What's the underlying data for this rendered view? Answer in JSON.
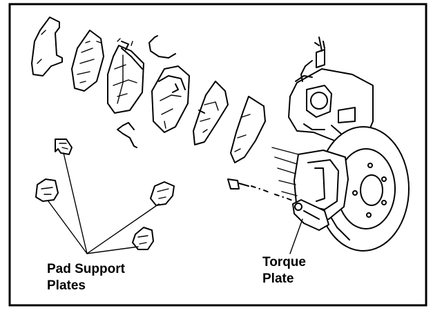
{
  "labels": {
    "pad_support_plates_line1": "Pad Support",
    "pad_support_plates_line2": "Plates",
    "torque_plate_line1": "Torque",
    "torque_plate_line2": "Plate"
  },
  "colors": {
    "ink": "#000000",
    "background": "#ffffff"
  }
}
